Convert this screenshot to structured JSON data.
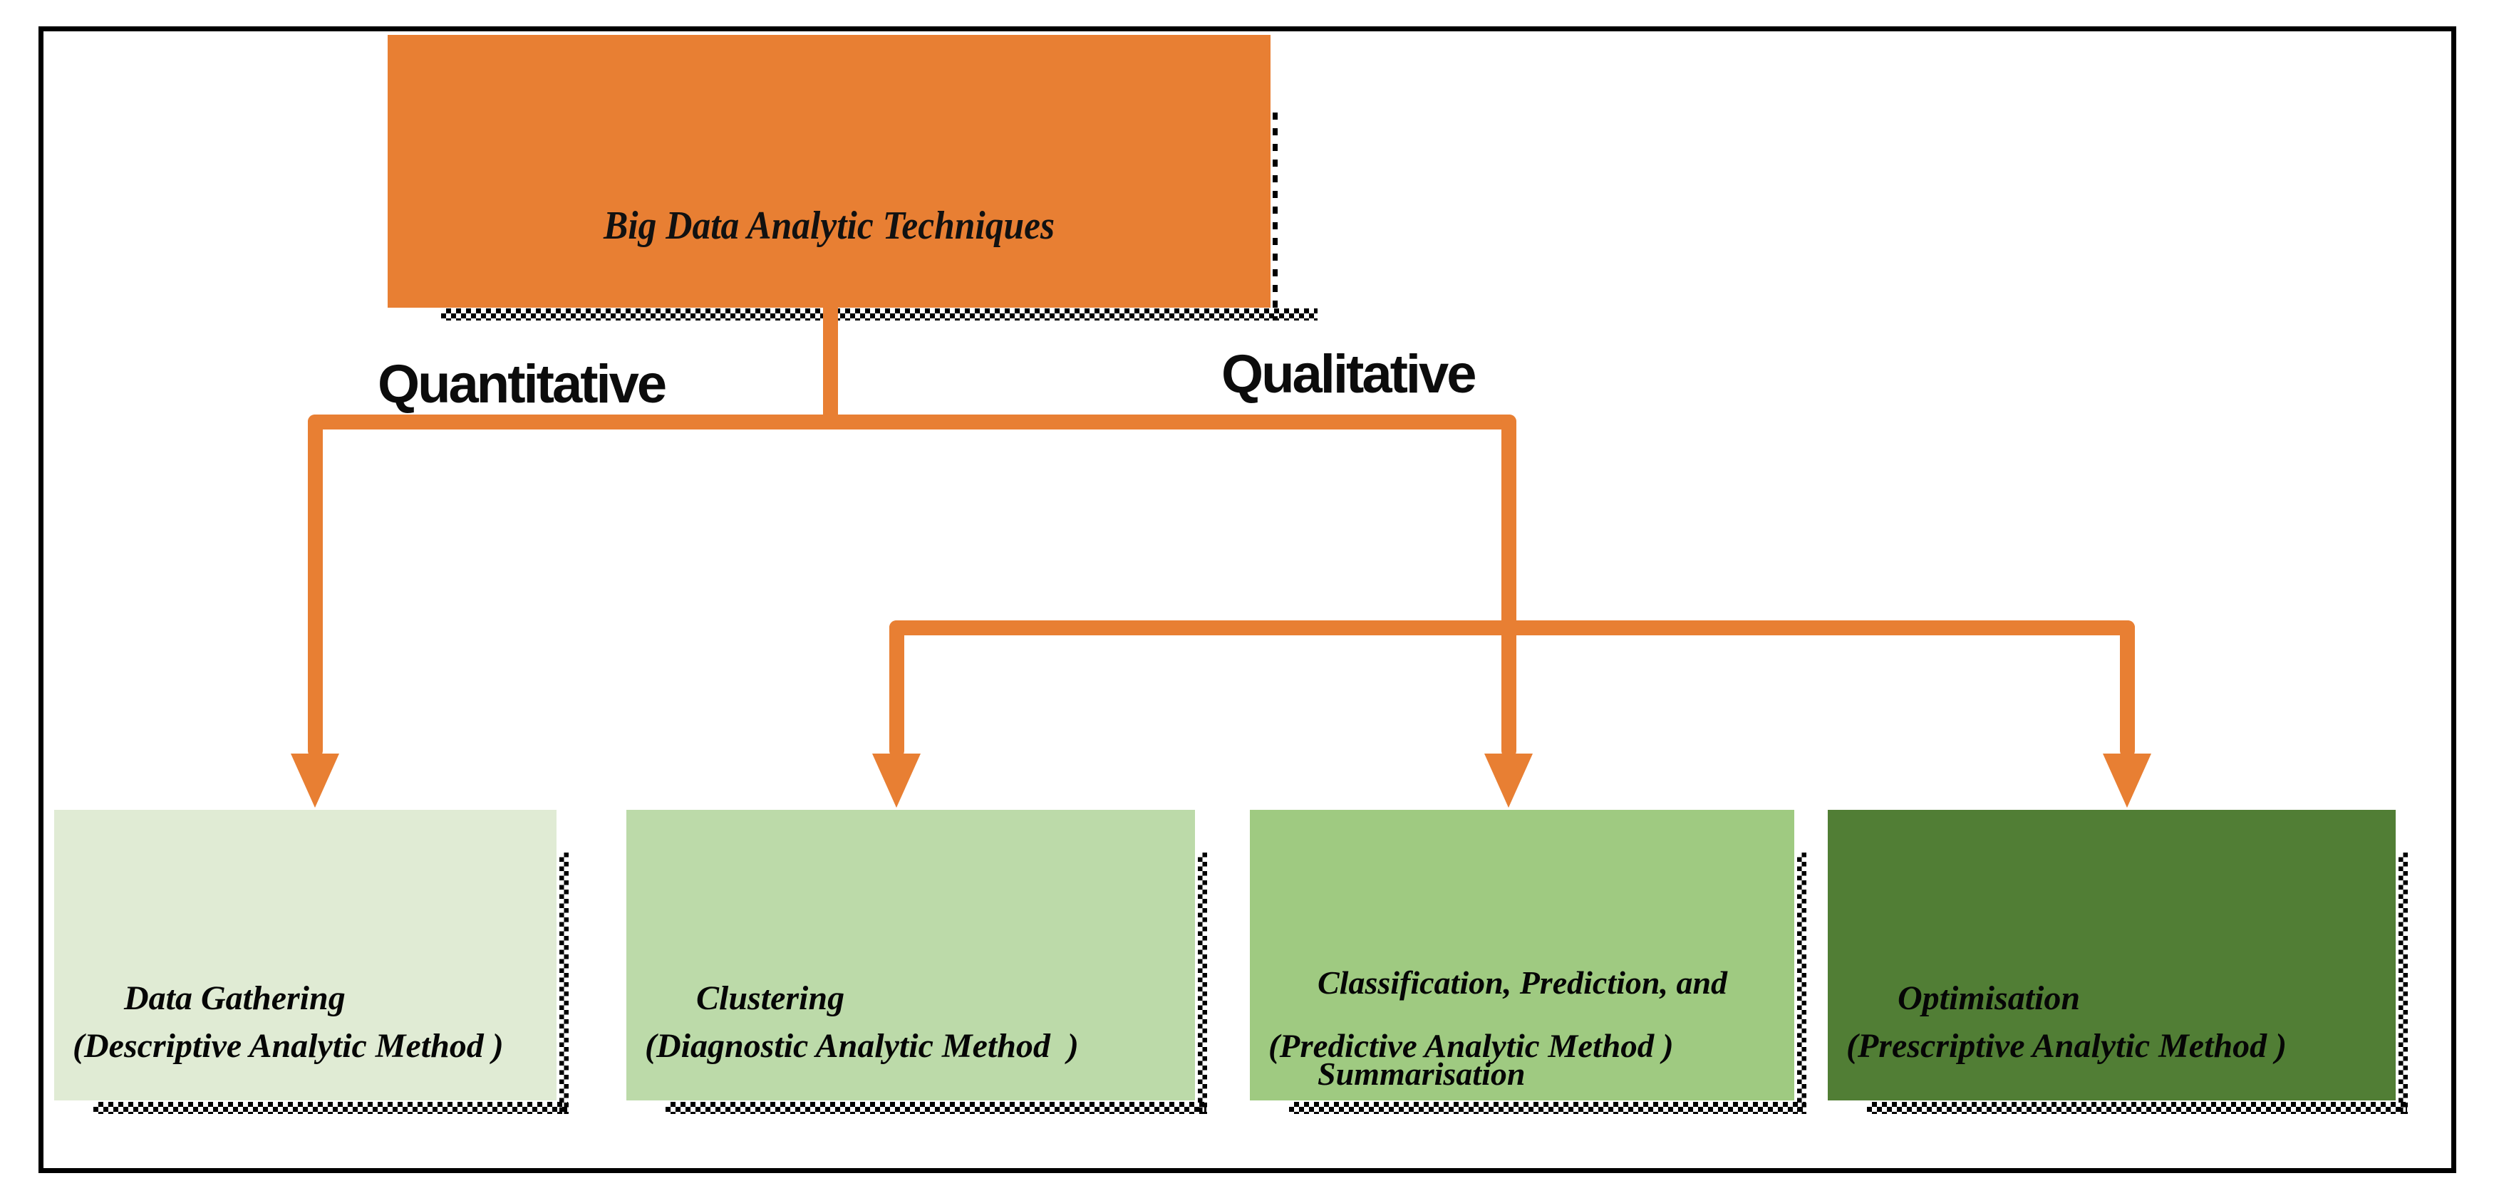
{
  "figure": {
    "root_label": "Big Data Analytic Techniques",
    "branches": {
      "left": "Quantitative",
      "right": "Qualitative"
    },
    "leaves": [
      {
        "id": "data-gathering",
        "title_lines": [
          "Data Gathering"
        ],
        "method": "(Descriptive Analytic Method )",
        "fill": "#E0EBD4"
      },
      {
        "id": "clustering",
        "title_lines": [
          "Clustering"
        ],
        "method": "(Diagnostic Analytic Method  )",
        "fill": "#BCDAA9"
      },
      {
        "id": "classification-prediction-summarisation",
        "title_lines": [
          "Classification, Prediction, and",
          "Summarisation"
        ],
        "method": "(Predictive Analytic Method )",
        "fill": "#9FCA81"
      },
      {
        "id": "optimisation",
        "title_lines": [
          "Optimisation"
        ],
        "method": "(Prescriptive Analytic Method )",
        "fill": "#517E35"
      }
    ],
    "colors": {
      "connector": "#E87F33",
      "root_fill": "#E87F33",
      "frame": "#000000",
      "text": "#000000"
    }
  }
}
